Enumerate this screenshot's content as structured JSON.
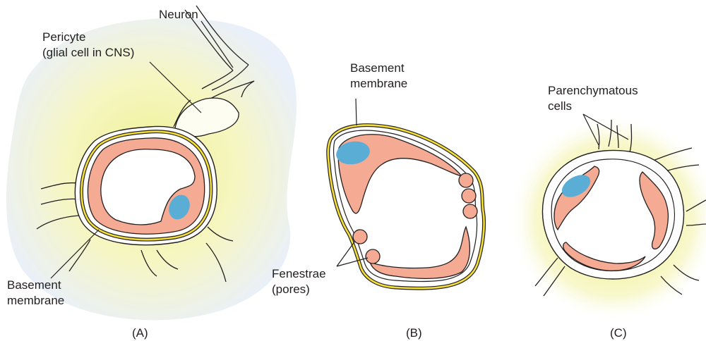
{
  "panels": [
    {
      "caption": "(A)",
      "labels": {
        "neuron": "Neuron",
        "pericyte_line1": "Pericyte",
        "pericyte_line2": "(glial cell in CNS)",
        "basement_line1": "Basement",
        "basement_line2": "membrane"
      }
    },
    {
      "caption": "(B)",
      "labels": {
        "basement_line1": "Basement",
        "basement_line2": "membrane",
        "fenestrae_line1": "Fenestrae",
        "fenestrae_line2": "(pores)"
      }
    },
    {
      "caption": "(C)",
      "labels": {
        "parenchymatous_line1": "Parenchymatous",
        "parenchymatous_line2": "cells"
      }
    }
  ],
  "colors": {
    "endothelium": "#f4aa93",
    "nucleus": "#5aaed6",
    "basement_membrane": "#f3df38",
    "glow_yellow": "#f2f3a9",
    "glow_blue": "#e6eef9",
    "outline": "#231f20"
  }
}
